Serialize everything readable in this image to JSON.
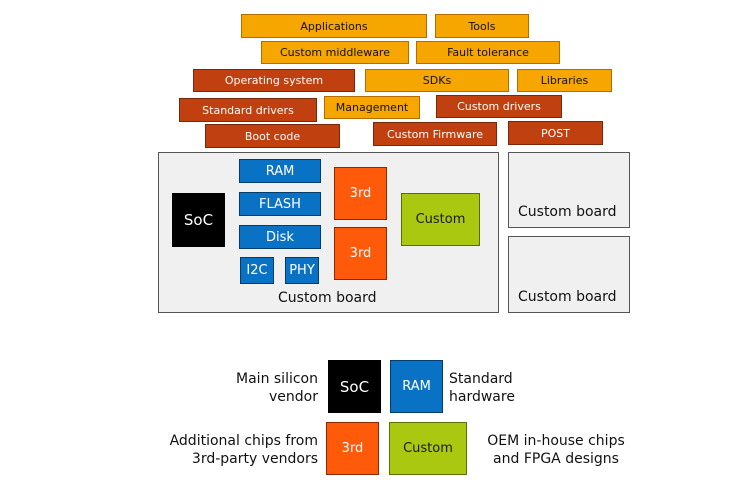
{
  "software_layers": {
    "applications": "Applications",
    "tools": "Tools",
    "custom_middleware": "Custom middleware",
    "fault_tolerance": "Fault tolerance",
    "operating_system": "Operating system",
    "sdks": "SDKs",
    "libraries": "Libraries",
    "standard_drivers": "Standard drivers",
    "management": "Management",
    "custom_drivers": "Custom drivers",
    "boot_code": "Boot code",
    "custom_firmware": "Custom Firmware",
    "post": "POST"
  },
  "main_board": {
    "label": "Custom board",
    "soc": "SoC",
    "ram": "RAM",
    "flash": "FLASH",
    "disk": "Disk",
    "i2c": "I2C",
    "phy": "PHY",
    "third_1": "3rd",
    "third_2": "3rd",
    "custom": "Custom"
  },
  "side_boards": [
    "Custom board",
    "Custom board"
  ],
  "legend": {
    "soc_desc_1": "Main silicon",
    "soc_desc_2": "vendor",
    "soc_box": "SoC",
    "ram_box": "RAM",
    "ram_desc_1": "Standard",
    "ram_desc_2": "hardware",
    "third_desc_1": "Additional chips from",
    "third_desc_2": "3rd-party vendors",
    "third_box": "3rd",
    "custom_box": "Custom",
    "custom_desc_1": "OEM in-house chips",
    "custom_desc_2": "and FPGA designs"
  },
  "colors": {
    "vendor_software": "#f7a600",
    "oem_software": "#c0400f",
    "main_silicon": "#000000",
    "standard_hardware": "#0a72c4",
    "third_party": "#ff5a0a",
    "oem_custom": "#a9c80f",
    "board_bg": "#f0f0f0"
  }
}
